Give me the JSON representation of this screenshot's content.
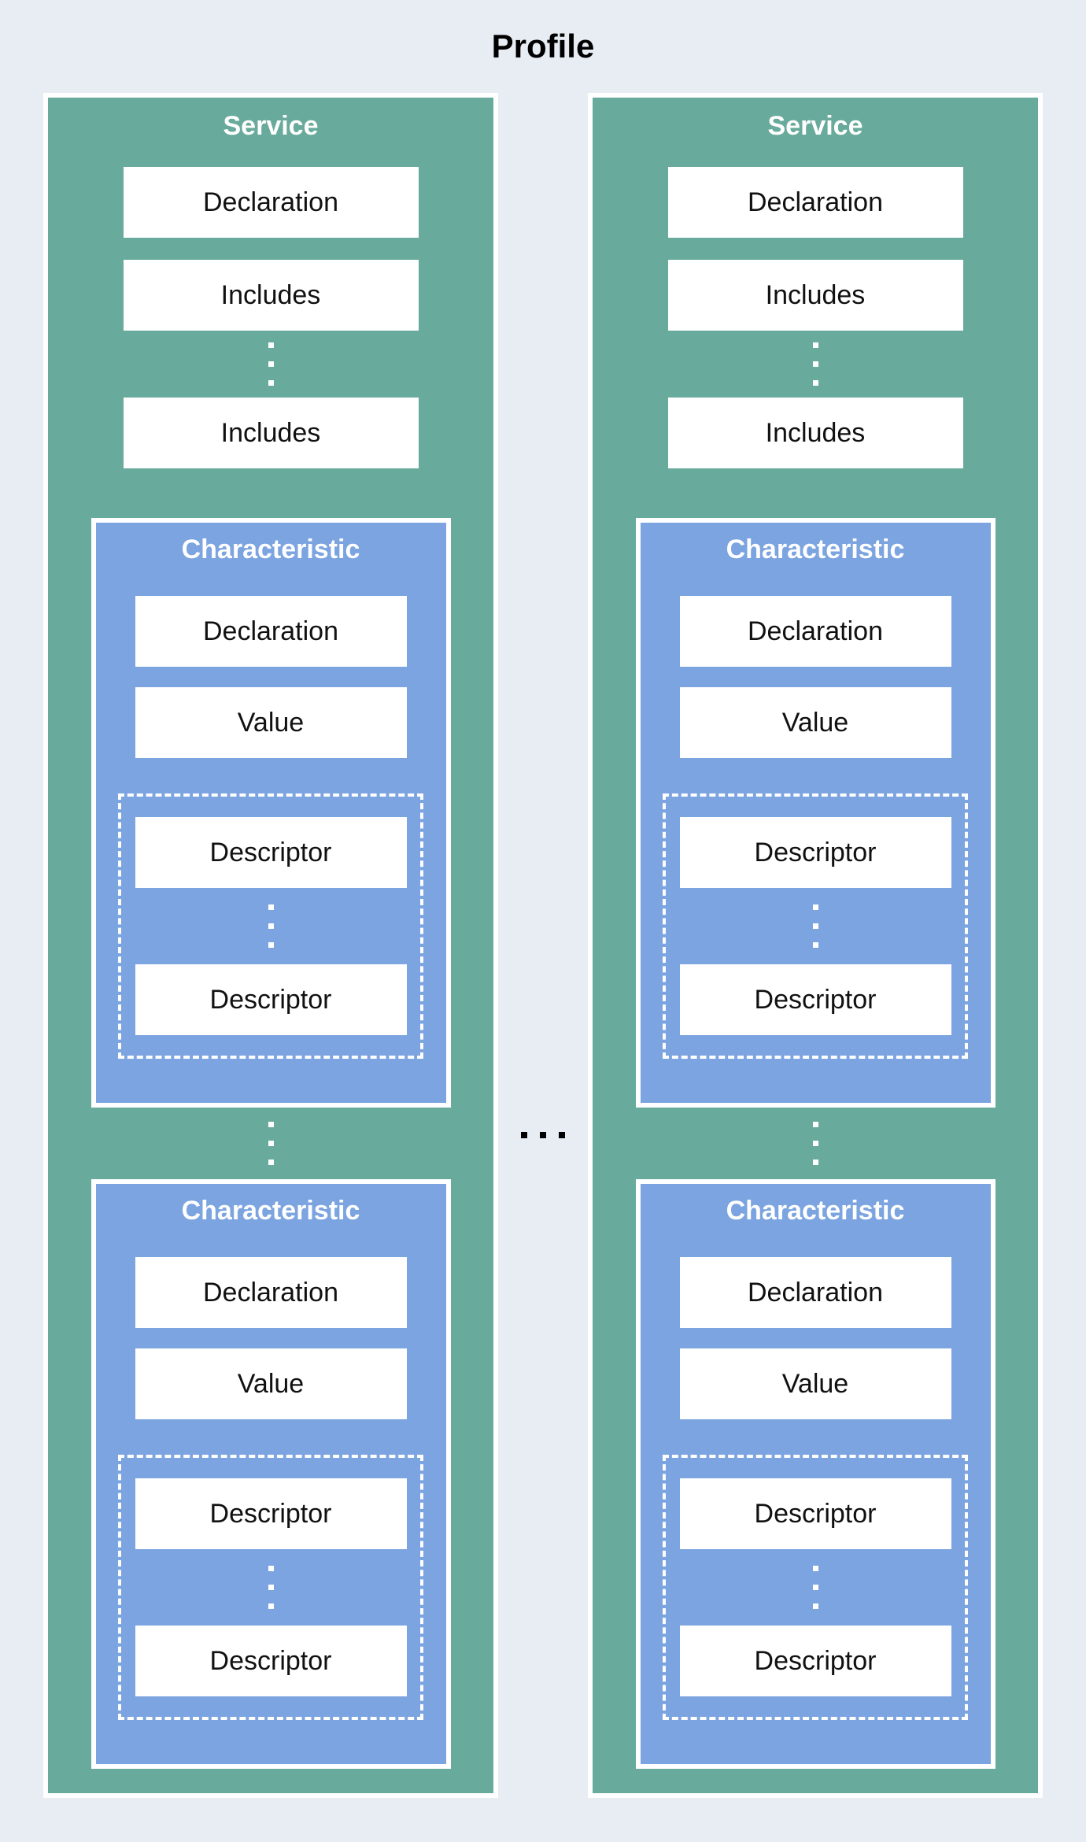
{
  "title": "Profile",
  "labels": {
    "service": "Service",
    "declaration": "Declaration",
    "includes": "Includes",
    "characteristic": "Characteristic",
    "value": "Value",
    "descriptor": "Descriptor"
  },
  "icons": {
    "vertical_ellipsis": "three-square-dots-vertical",
    "horizontal_ellipsis": "three-square-dots-horizontal"
  },
  "colors": {
    "page_bg": "#e8edf4",
    "service_bg": "#68aa9b",
    "characteristic_bg": "#7ba4e0",
    "box_bg": "#ffffff",
    "border": "#ffffff",
    "title_text": "#000000",
    "box_text": "#111111"
  }
}
